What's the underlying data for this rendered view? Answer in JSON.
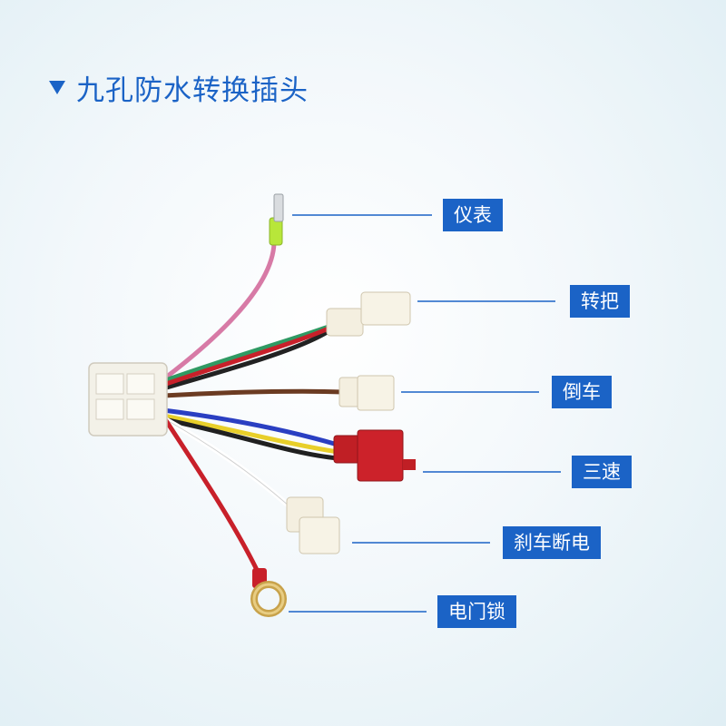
{
  "title": "九孔防水转换插头",
  "labels": {
    "instrument": "仪表",
    "throttle": "转把",
    "reverse": "倒车",
    "three_speed": "三速",
    "brake_cutoff": "刹车断电",
    "ignition_lock": "电门锁"
  },
  "colors": {
    "accent": "#1b63c6",
    "leader_line": "#1b63c6"
  }
}
